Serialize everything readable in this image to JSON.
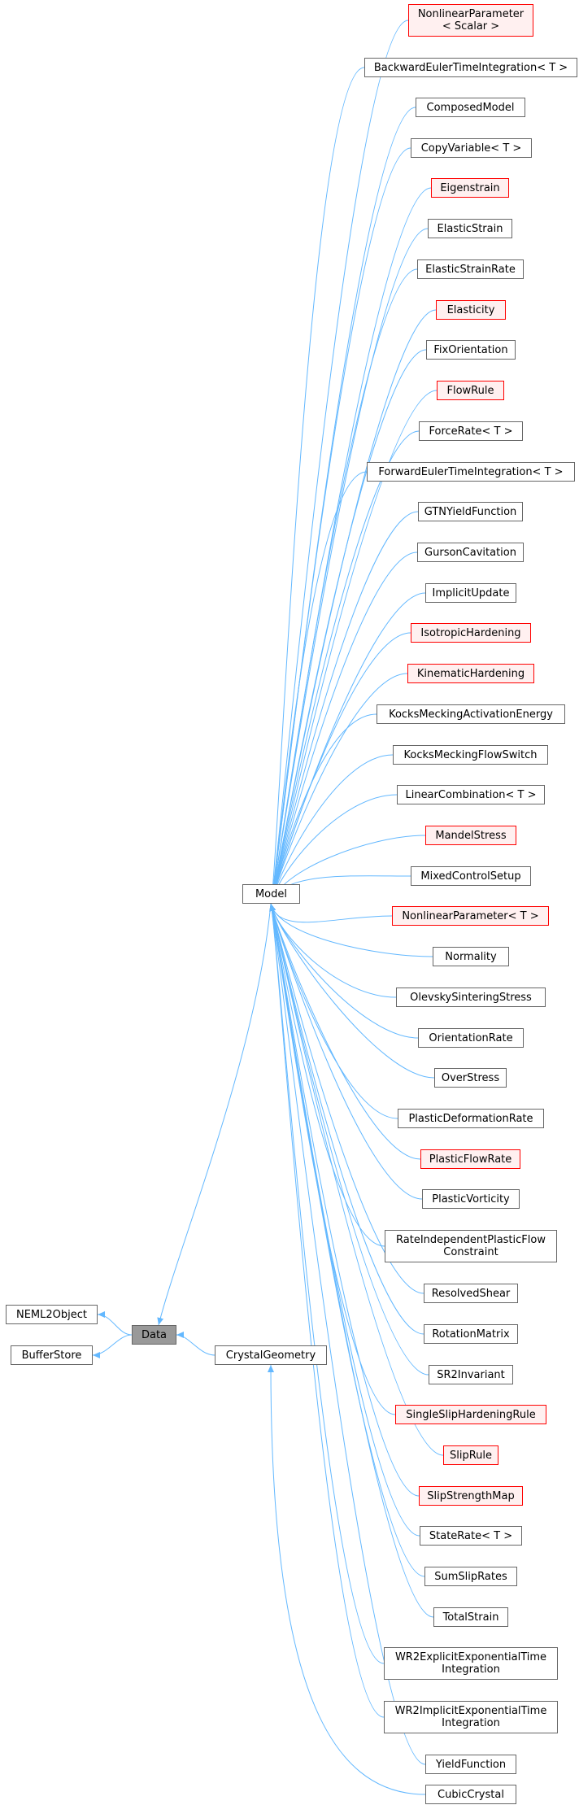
{
  "diagram": {
    "colors": {
      "edge": "#63b8ff",
      "node_border": "#666666",
      "red_border": "#ff0000",
      "red_fill": "#fff0f0",
      "root_fill": "#999999"
    },
    "nodes": {
      "neml2object": {
        "label": "NEML2Object",
        "style": "normal"
      },
      "bufferstore": {
        "label": "BufferStore",
        "style": "normal"
      },
      "data": {
        "label": "Data",
        "style": "root"
      },
      "model": {
        "label": "Model",
        "style": "normal"
      },
      "crystalgeometry": {
        "label": "CrystalGeometry",
        "style": "normal"
      }
    },
    "model_children": [
      {
        "label": "NonlinearParameter\n< Scalar >",
        "style": "red"
      },
      {
        "label": "BackwardEulerTimeIntegration< T >",
        "style": "normal"
      },
      {
        "label": "ComposedModel",
        "style": "normal"
      },
      {
        "label": "CopyVariable< T >",
        "style": "normal"
      },
      {
        "label": "Eigenstrain",
        "style": "red"
      },
      {
        "label": "ElasticStrain",
        "style": "normal"
      },
      {
        "label": "ElasticStrainRate",
        "style": "normal"
      },
      {
        "label": "Elasticity",
        "style": "red"
      },
      {
        "label": "FixOrientation",
        "style": "normal"
      },
      {
        "label": "FlowRule",
        "style": "red"
      },
      {
        "label": "ForceRate< T >",
        "style": "normal"
      },
      {
        "label": "ForwardEulerTimeIntegration< T >",
        "style": "normal"
      },
      {
        "label": "GTNYieldFunction",
        "style": "normal"
      },
      {
        "label": "GursonCavitation",
        "style": "normal"
      },
      {
        "label": "ImplicitUpdate",
        "style": "normal"
      },
      {
        "label": "IsotropicHardening",
        "style": "red"
      },
      {
        "label": "KinematicHardening",
        "style": "red"
      },
      {
        "label": "KocksMeckingActivationEnergy",
        "style": "normal"
      },
      {
        "label": "KocksMeckingFlowSwitch",
        "style": "normal"
      },
      {
        "label": "LinearCombination< T >",
        "style": "normal"
      },
      {
        "label": "MandelStress",
        "style": "red"
      },
      {
        "label": "MixedControlSetup",
        "style": "normal"
      },
      {
        "label": "NonlinearParameter< T >",
        "style": "red"
      },
      {
        "label": "Normality",
        "style": "normal"
      },
      {
        "label": "OlevskySinteringStress",
        "style": "normal"
      },
      {
        "label": "OrientationRate",
        "style": "normal"
      },
      {
        "label": "OverStress",
        "style": "normal"
      },
      {
        "label": "PlasticDeformationRate",
        "style": "normal"
      },
      {
        "label": "PlasticFlowRate",
        "style": "red"
      },
      {
        "label": "PlasticVorticity",
        "style": "normal"
      },
      {
        "label": "RateIndependentPlasticFlow\nConstraint",
        "style": "normal"
      },
      {
        "label": "ResolvedShear",
        "style": "normal"
      },
      {
        "label": "RotationMatrix",
        "style": "normal"
      },
      {
        "label": "SR2Invariant",
        "style": "normal"
      },
      {
        "label": "SingleSlipHardeningRule",
        "style": "red"
      },
      {
        "label": "SlipRule",
        "style": "red"
      },
      {
        "label": "SlipStrengthMap",
        "style": "red"
      },
      {
        "label": "StateRate< T >",
        "style": "normal"
      },
      {
        "label": "SumSlipRates",
        "style": "normal"
      },
      {
        "label": "TotalStrain",
        "style": "normal"
      },
      {
        "label": "WR2ExplicitExponentialTime\nIntegration",
        "style": "normal"
      },
      {
        "label": "WR2ImplicitExponentialTime\nIntegration",
        "style": "normal"
      },
      {
        "label": "YieldFunction",
        "style": "normal"
      }
    ],
    "crystalgeometry_children": [
      {
        "label": "CubicCrystal",
        "style": "normal"
      }
    ]
  }
}
